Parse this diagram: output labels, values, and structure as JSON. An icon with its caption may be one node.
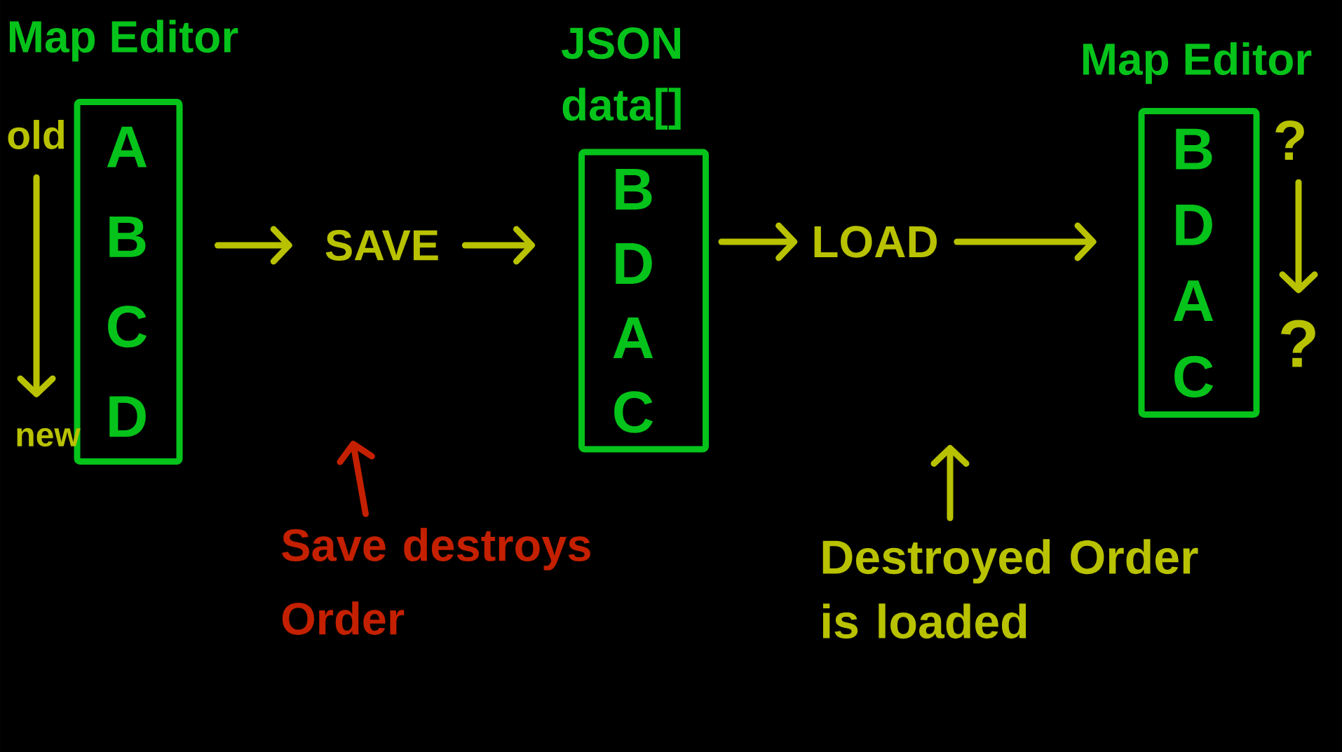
{
  "diagram": {
    "nodes": [
      {
        "text": [
          "A",
          "B",
          "C",
          "D"
        ]
      },
      {
        "text": [
          "old"
        ]
      },
      {
        "text": [
          "new"
        ]
      },
      {
        "text": [
          "SAVE"
        ]
      },
      {
        "text": [
          "B",
          "D",
          "A",
          "C"
        ]
      },
      {
        "text": [
          "LOAD"
        ]
      },
      {
        "text": [
          "B",
          "D",
          "A",
          "C"
        ]
      },
      {
        "text": [
          "?"
        ]
      },
      {
        "text": [
          "?"
        ]
      },
      {
        "text": [
          "Save destroys Order"
        ]
      },
      {
        "text": [
          "Destroyed Order is loaded"
        ]
      }
    ],
    "edges": [
      {
        "from": 1,
        "to": 2,
        "arrow": "to"
      },
      {
        "from": 0,
        "to": 3,
        "arrow": "to"
      },
      {
        "from": 3,
        "to": 4,
        "arrow": "to"
      },
      {
        "from": 4,
        "to": 5,
        "arrow": "to"
      },
      {
        "from": 5,
        "to": 6,
        "arrow": "to"
      },
      {
        "from": 7,
        "to": 8,
        "arrow": "to"
      },
      {
        "from": 9,
        "to": null,
        "arrow": "to",
        "color": "#c42000"
      },
      {
        "from": 10,
        "to": null,
        "arrow": "to"
      }
    ],
    "labels": [
      "Map Editor",
      "JSON data[]",
      "Map Editor"
    ]
  }
}
